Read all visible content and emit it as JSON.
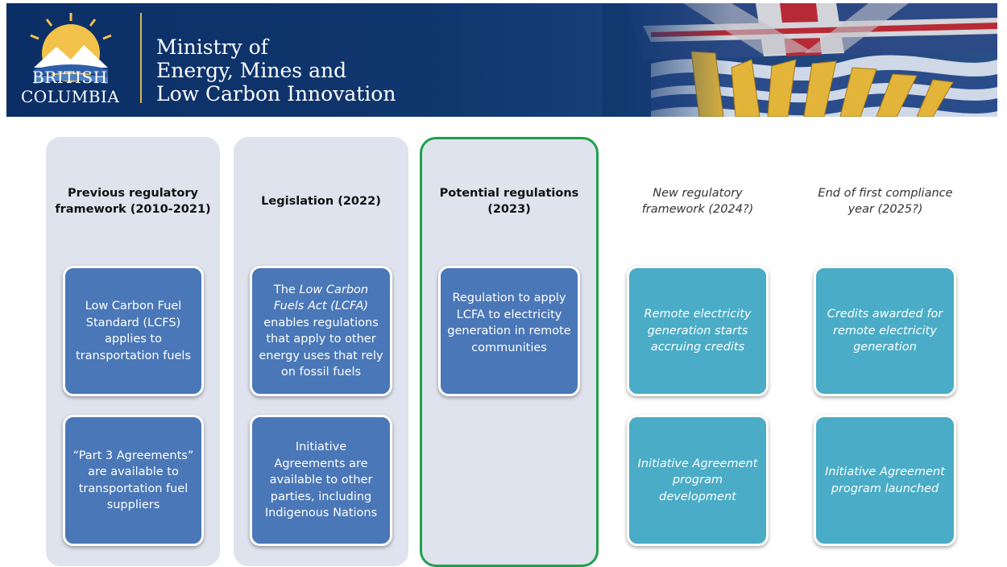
{
  "header": {
    "logo_text_line1": "BRITISH",
    "logo_text_line2": "COLUMBIA",
    "ministry_lines": [
      "Ministry of",
      "Energy, Mines and",
      "Low Carbon Innovation"
    ]
  },
  "columns": [
    {
      "heading": "Previous regulatory framework (2010-2021)",
      "heading_style": "bold",
      "boxes": [
        {
          "text": "Low Carbon Fuel Standard (LCFS) applies to transportation fuels"
        },
        {
          "text": "“Part 3 Agreements” are available to transportation fuel suppliers"
        }
      ]
    },
    {
      "heading": "Legislation (2022)",
      "heading_style": "bold",
      "boxes": [
        {
          "pre": "The ",
          "italic": "Low Carbon Fuels Act (LCFA)",
          "post": " enables regulations that apply to other energy uses that rely on fossil fuels"
        },
        {
          "text": "Initiative Agreements are available to other parties, including Indigenous Nations"
        }
      ]
    },
    {
      "heading": "Potential regulations (2023)",
      "heading_style": "bold",
      "highlighted": true,
      "boxes": [
        {
          "text": "Regulation to apply LCFA to electricity generation in remote communities"
        }
      ]
    },
    {
      "heading": "New regulatory framework (2024?)",
      "heading_style": "italic",
      "boxes": [
        {
          "text": "Remote electricity generation starts accruing credits"
        },
        {
          "text": "Initiative Agreement program development"
        }
      ]
    },
    {
      "heading": "End of first compliance year (2025?)",
      "heading_style": "italic",
      "boxes": [
        {
          "text": "Credits awarded for remote electricity generation"
        },
        {
          "text": "Initiative Agreement program launched"
        }
      ]
    }
  ],
  "colors": {
    "banner": "#0b2e66",
    "column_bg": "#dfe3ee",
    "highlight_border": "#1fa04a",
    "box_blue": "#4a77b7",
    "box_teal": "#4aacc6"
  }
}
